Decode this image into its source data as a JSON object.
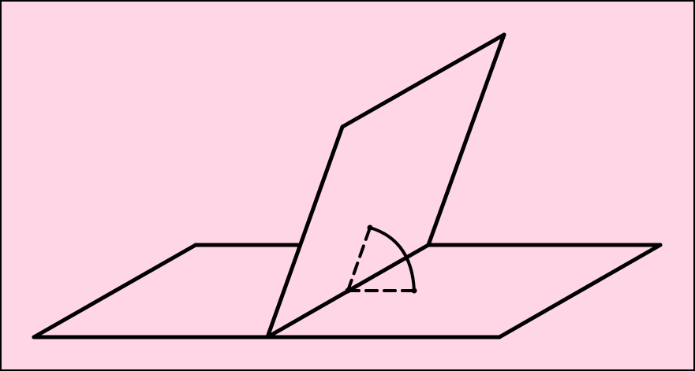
{
  "diagram": {
    "description_kind": "dihedral-angle-figure",
    "colors": {
      "background": "#ffd6e6",
      "border": "#000000",
      "stroke": "#000000"
    },
    "elements": [
      "horizontal-plane",
      "inclined-plane",
      "edge-line",
      "angle-arc",
      "angle-leg-dashed-horizontal",
      "angle-leg-dashed-inclined"
    ]
  }
}
